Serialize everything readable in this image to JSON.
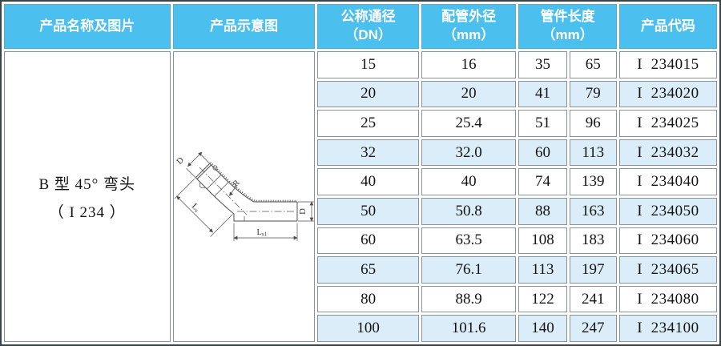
{
  "header": {
    "col_product": "产品名称及图片",
    "col_diagram": "产品示意图",
    "col_dn_1": "公称通径",
    "col_dn_2": "（DN）",
    "col_od_1": "配管外径",
    "col_od_2": "（mm）",
    "col_len_1": "管件长度",
    "col_len_2": "（mm）",
    "col_code": "产品代码"
  },
  "product": {
    "name": "B 型 45° 弯头",
    "model": "（ I 234 ）"
  },
  "diagram": {
    "labels": {
      "d_top": "D",
      "r": "R",
      "ls_main": "L",
      "ls_sub": "s",
      "d_right": "D",
      "ls1_main": "L",
      "ls1_sub": "s1"
    }
  },
  "rows": [
    {
      "dn": "15",
      "od": "16",
      "len1": "35",
      "len2": "65",
      "code": "I  234015"
    },
    {
      "dn": "20",
      "od": "20",
      "len1": "41",
      "len2": "79",
      "code": "I  234020"
    },
    {
      "dn": "25",
      "od": "25.4",
      "len1": "51",
      "len2": "96",
      "code": "I  234025"
    },
    {
      "dn": "32",
      "od": "32.0",
      "len1": "60",
      "len2": "113",
      "code": "I  234032"
    },
    {
      "dn": "40",
      "od": "40",
      "len1": "74",
      "len2": "139",
      "code": "I  234040"
    },
    {
      "dn": "50",
      "od": "50.8",
      "len1": "88",
      "len2": "163",
      "code": "I  234050"
    },
    {
      "dn": "60",
      "od": "63.5",
      "len1": "108",
      "len2": "183",
      "code": "I  234060"
    },
    {
      "dn": "65",
      "od": "76.1",
      "len1": "113",
      "len2": "197",
      "code": "I  234065"
    },
    {
      "dn": "80",
      "od": "88.9",
      "len1": "122",
      "len2": "241",
      "code": "I  234080"
    },
    {
      "dn": "100",
      "od": "101.6",
      "len1": "140",
      "len2": "247",
      "code": "I  234100"
    }
  ],
  "colors": {
    "header_bg": "#4bc0ee",
    "header_text": "#ffffff",
    "stripe_bg": "#dbedf8",
    "inner_border": "#87929a",
    "outer_border": "#39434a"
  }
}
